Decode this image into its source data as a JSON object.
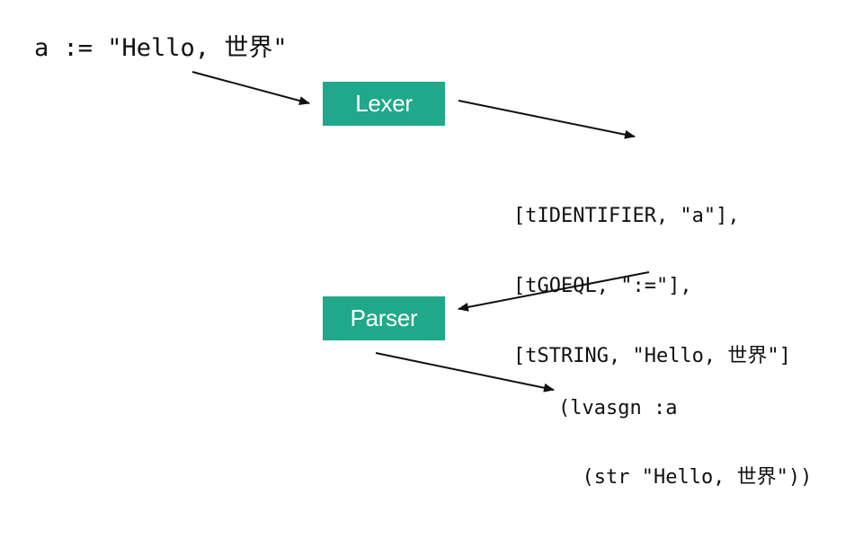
{
  "source_code": "a := \"Hello, 世界\"",
  "stages": {
    "lexer_label": "Lexer",
    "parser_label": "Parser"
  },
  "tokens": [
    "[tIDENTIFIER, \"a\"],",
    "[tGOEQL, \":=\"],",
    "[tSTRING, \"Hello, 世界\"]"
  ],
  "ast": [
    "(lvasgn :a",
    "  (str \"Hello, 世界\"))"
  ],
  "colors": {
    "stage_fill": "#1fa98a",
    "stage_text": "#ffffff",
    "arrow": "#111111"
  }
}
